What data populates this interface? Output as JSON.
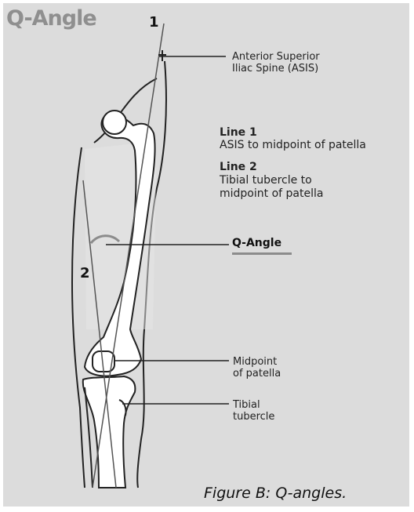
{
  "title": "Q-Angle",
  "line_numbers": {
    "line1": "1",
    "line2": "2"
  },
  "labels": {
    "asis": "Anterior Superior\nIliac Spine (ASIS)",
    "line1_heading": "Line 1",
    "line1_desc": "ASIS to midpoint of patella",
    "line2_heading": "Line 2",
    "line2_desc": "Tibial tubercle to\nmidpoint of patella",
    "q_angle": "Q-Angle",
    "midpoint_patella": "Midpoint\nof patella",
    "tibial_tubercle": "Tibial\ntubercle"
  },
  "caption": "Figure B: Q-angles.",
  "colors": {
    "panel": "#dcdcdc",
    "bone": "#ffffff",
    "outline": "#222222",
    "title": "#8f8f8f",
    "angle_arc": "#8c8c8c"
  }
}
